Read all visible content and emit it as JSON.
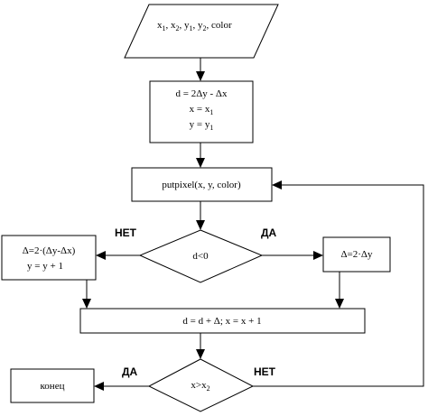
{
  "diagram": {
    "input": {
      "pre1": "x",
      "s1": "1",
      "c1": ", x",
      "s2": "2",
      "c2": ", y",
      "s3": "1",
      "c3": ", y",
      "s4": "2",
      "post": ", color"
    },
    "init": {
      "line1": "d = 2Δy - Δx",
      "line2_pre": "x = x",
      "line2_sub": "1",
      "line3_pre": "y = y",
      "line3_sub": "1"
    },
    "putpixel": "putpixel(x, y, color)",
    "decision1": "d<0",
    "no_branch": {
      "line1": "Δ=2·(Δy-Δx)",
      "line2": "y = y + 1"
    },
    "yes_branch": "Δ=2·Δy",
    "update": "d = d + Δ; x = x + 1",
    "decision2": {
      "pre": "x>x",
      "sub": "2"
    },
    "end": "конец",
    "labels": {
      "net1": "НЕТ",
      "da1": "ДА",
      "da2": "ДА",
      "net2": "НЕТ"
    }
  }
}
